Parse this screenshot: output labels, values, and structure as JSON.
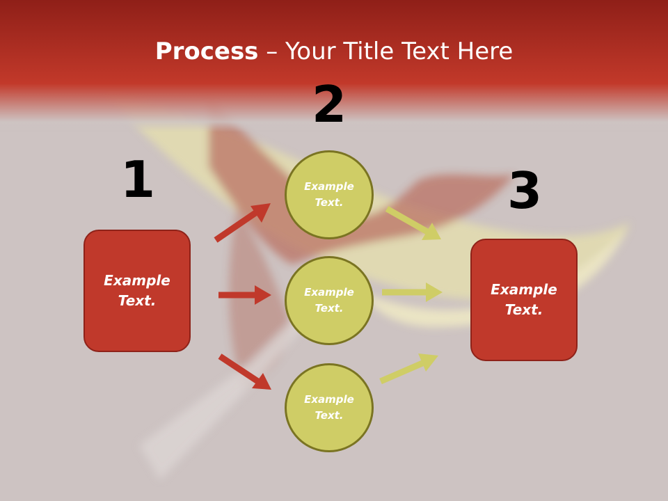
{
  "title": {
    "bold": "Process",
    "rest": " – Your Title Text Here"
  },
  "steps": {
    "one": "1",
    "two": "2",
    "three": "3"
  },
  "left_box": {
    "text": "Example Text."
  },
  "right_box": {
    "text": "Example Text."
  },
  "circles": [
    {
      "text": "Example Text."
    },
    {
      "text": "Example Text."
    },
    {
      "text": "Example Text."
    }
  ],
  "colors": {
    "header": "#c2392a",
    "box": "#c0392b",
    "circle": "#cfcd66",
    "arrow_red": "#c0392b",
    "arrow_green": "#cfcd66"
  }
}
